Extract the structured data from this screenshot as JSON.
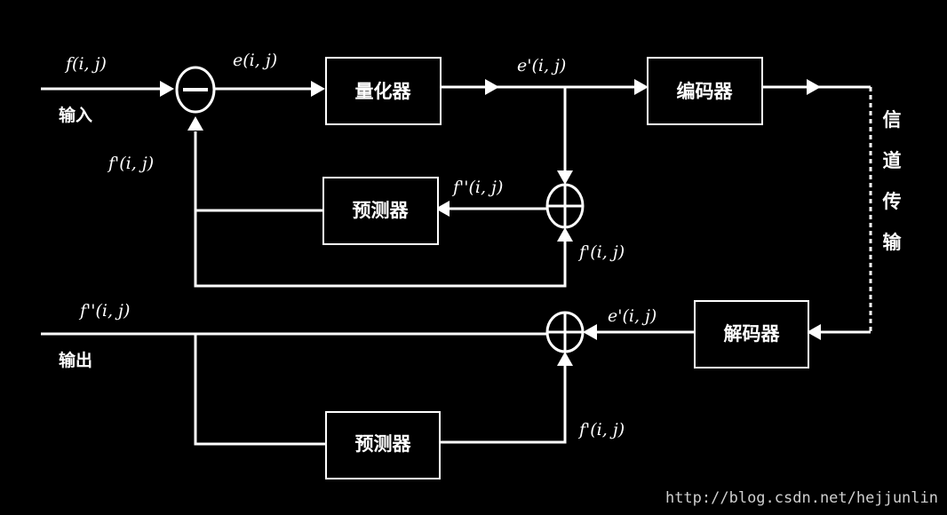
{
  "blocks": {
    "quantizer": "量化器",
    "encoder": "编码器",
    "predictor_top": "预测器",
    "decoder": "解码器",
    "predictor_bottom": "预测器"
  },
  "signals": {
    "f_in": "f(i, j)",
    "e": "e(i, j)",
    "e_prime": "e'(i, j)",
    "f_pred_top": "f'(i, j)",
    "f_dprime": "f''(i, j)",
    "f_pred_sum": "f'(i, j)",
    "f_out": "f''(i, j)",
    "e_prime_dec": "e'(i, j)",
    "f_pred_bottom": "f'(i, j)"
  },
  "labels": {
    "input": "输入",
    "output": "输出",
    "channel": [
      "信",
      "道",
      "传",
      "输"
    ]
  },
  "watermark": "http://blog.csdn.net/hejjunlin"
}
